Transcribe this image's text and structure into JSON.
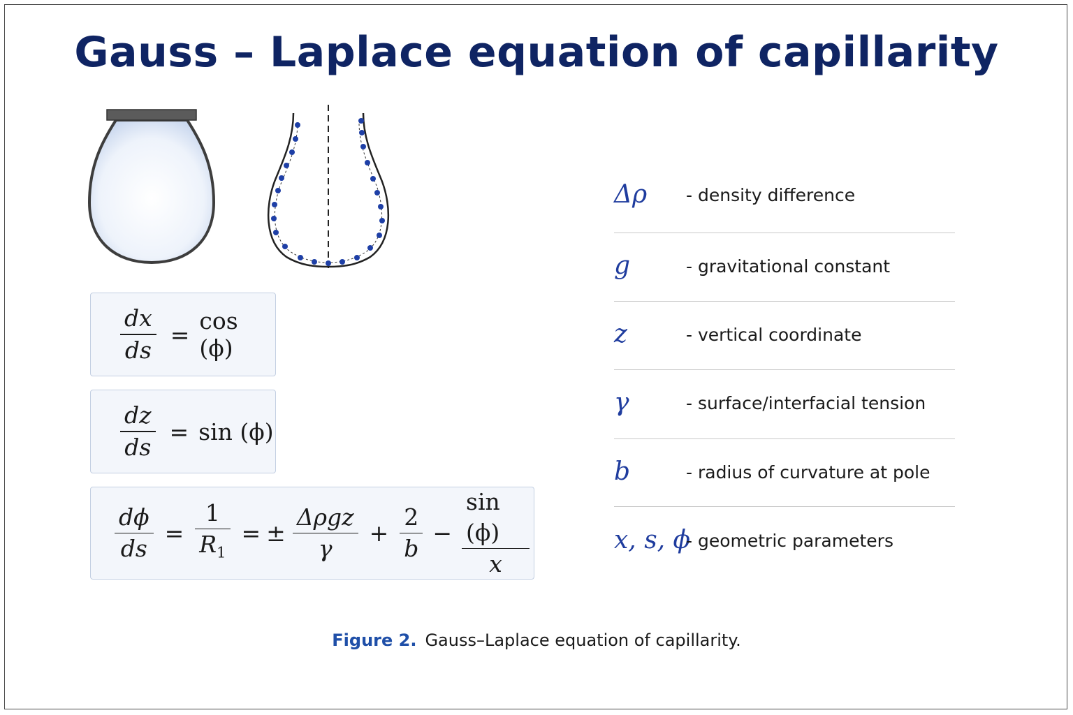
{
  "title": "Gauss – Laplace equation of capillarity",
  "equations": {
    "eq1": {
      "num": "dx",
      "den": "ds",
      "rhs": "cos (ϕ)"
    },
    "eq2": {
      "num": "dz",
      "den": "ds",
      "rhs": "sin (ϕ)"
    },
    "eq3": {
      "lhs_num": "dϕ",
      "lhs_den": "ds",
      "f2_num": "1",
      "f2_den": "R",
      "f2_sub": "1",
      "f3_num": "Δρgz",
      "f3_den": "γ",
      "f4_num": "2",
      "f4_den": "b",
      "f5_num": "sin (ϕ)",
      "f5_den": "x",
      "eq": "=",
      "pm": "±",
      "plus": "+",
      "minus": "−"
    }
  },
  "legend": [
    {
      "symbol": "Δρ",
      "description": "- density difference"
    },
    {
      "symbol": "g",
      "description": "- gravitational constant"
    },
    {
      "symbol": "z",
      "description": "- vertical coordinate"
    },
    {
      "symbol": "γ",
      "description": "- surface/interfacial tension"
    },
    {
      "symbol": "b",
      "description": "- radius of curvature at pole"
    },
    {
      "symbol": "x, s, ϕ",
      "description": "- geometric parameters"
    }
  ],
  "caption": {
    "label": "Figure 2.",
    "text": "Gauss–Laplace equation of capillarity."
  },
  "colors": {
    "title": "#0f2463",
    "symbol": "#1f3c9e",
    "points": "#1e3fa6",
    "caption_label": "#1f4fa8"
  }
}
